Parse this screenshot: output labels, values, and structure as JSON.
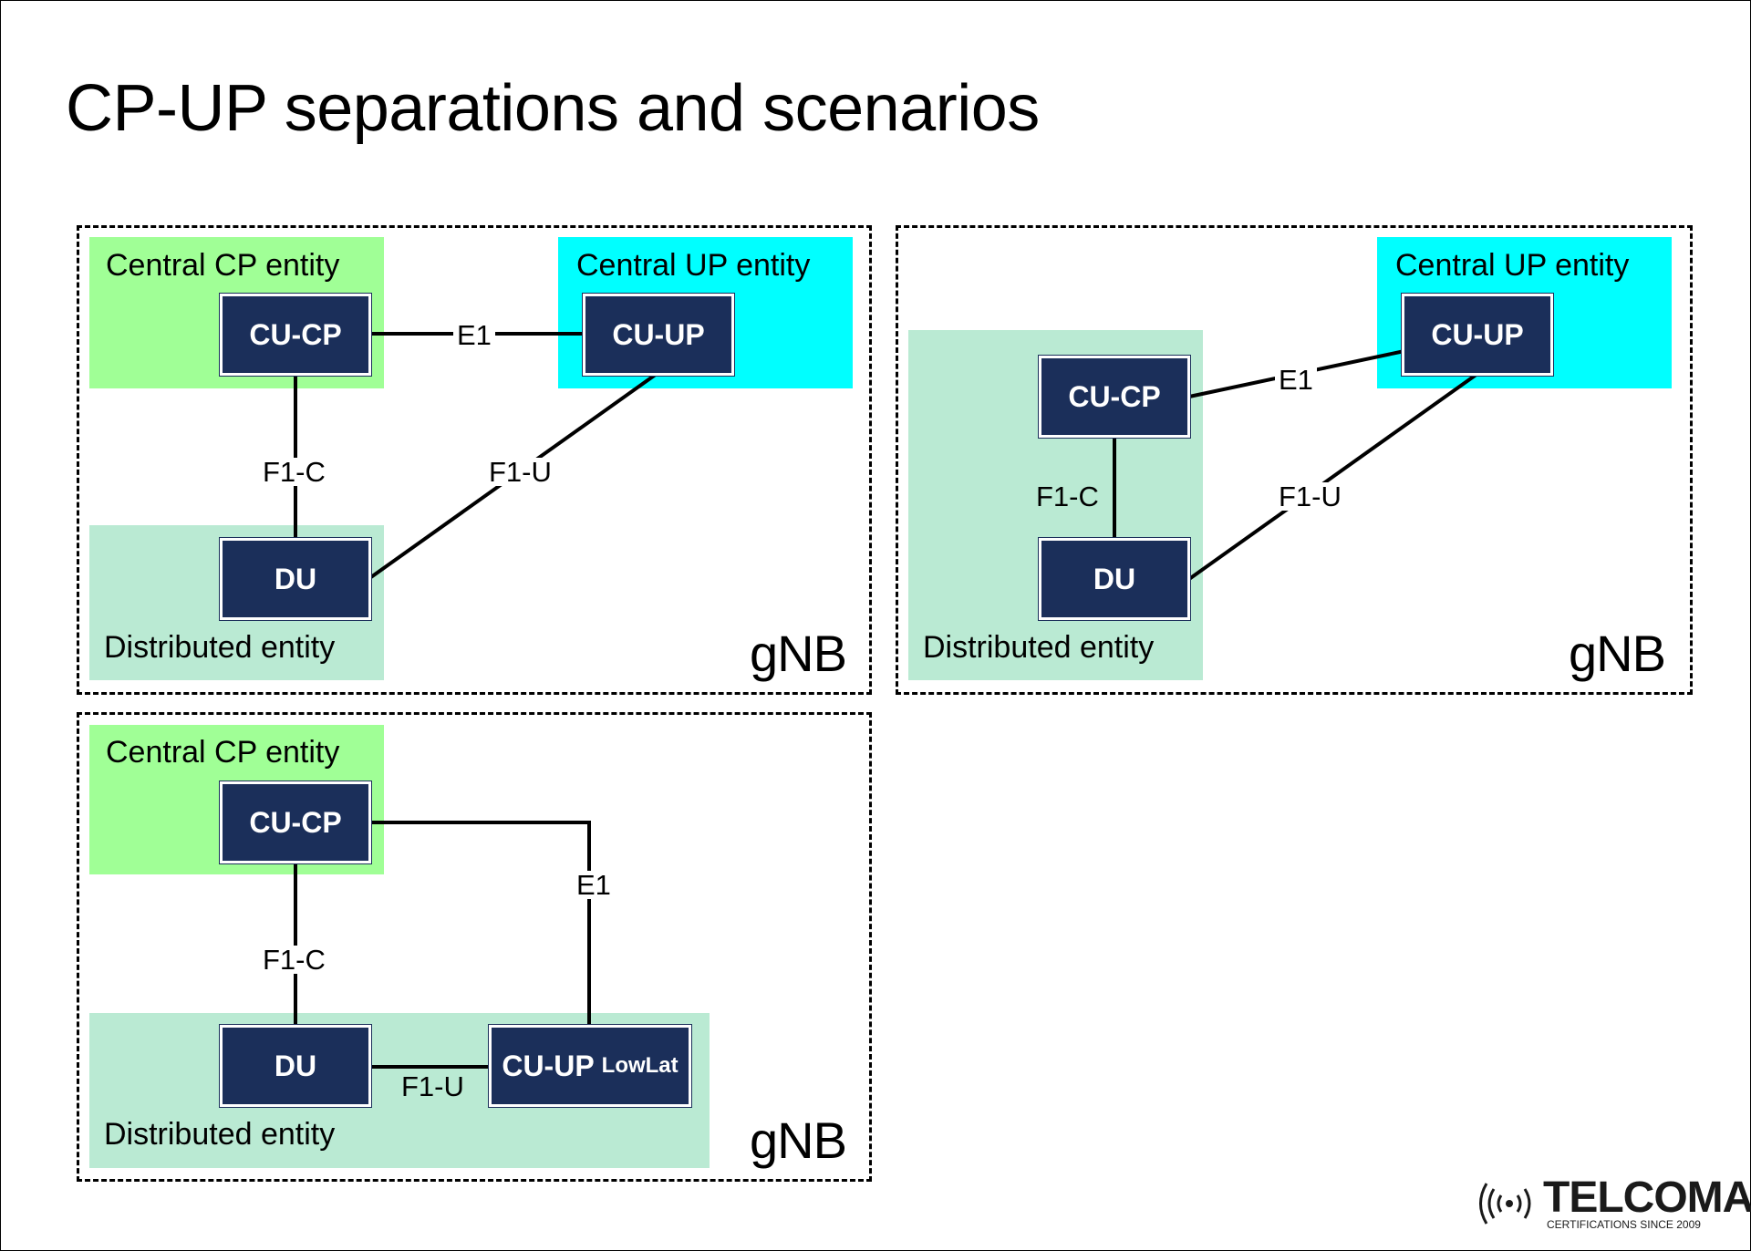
{
  "title": "CP-UP separations and scenarios",
  "labels": {
    "central_cp": "Central CP entity",
    "central_up": "Central UP entity",
    "distributed": "Distributed entity",
    "gnb": "gNB"
  },
  "nodes": {
    "cu_cp": "CU-CP",
    "cu_up": "CU-UP",
    "du": "DU",
    "cu_up_lowlat": "CU-UP",
    "lowlat_suffix": "LowLat"
  },
  "interfaces": {
    "e1": "E1",
    "f1c": "F1-C",
    "f1u": "F1-U"
  },
  "logo": {
    "name": "TELCOMA",
    "tagline": "CERTIFICATIONS SINCE 2009"
  },
  "colors": {
    "central_cp": "#a0ff96",
    "central_up": "#00ffff",
    "distributed": "#baead3",
    "node": "#1b2f5a"
  }
}
